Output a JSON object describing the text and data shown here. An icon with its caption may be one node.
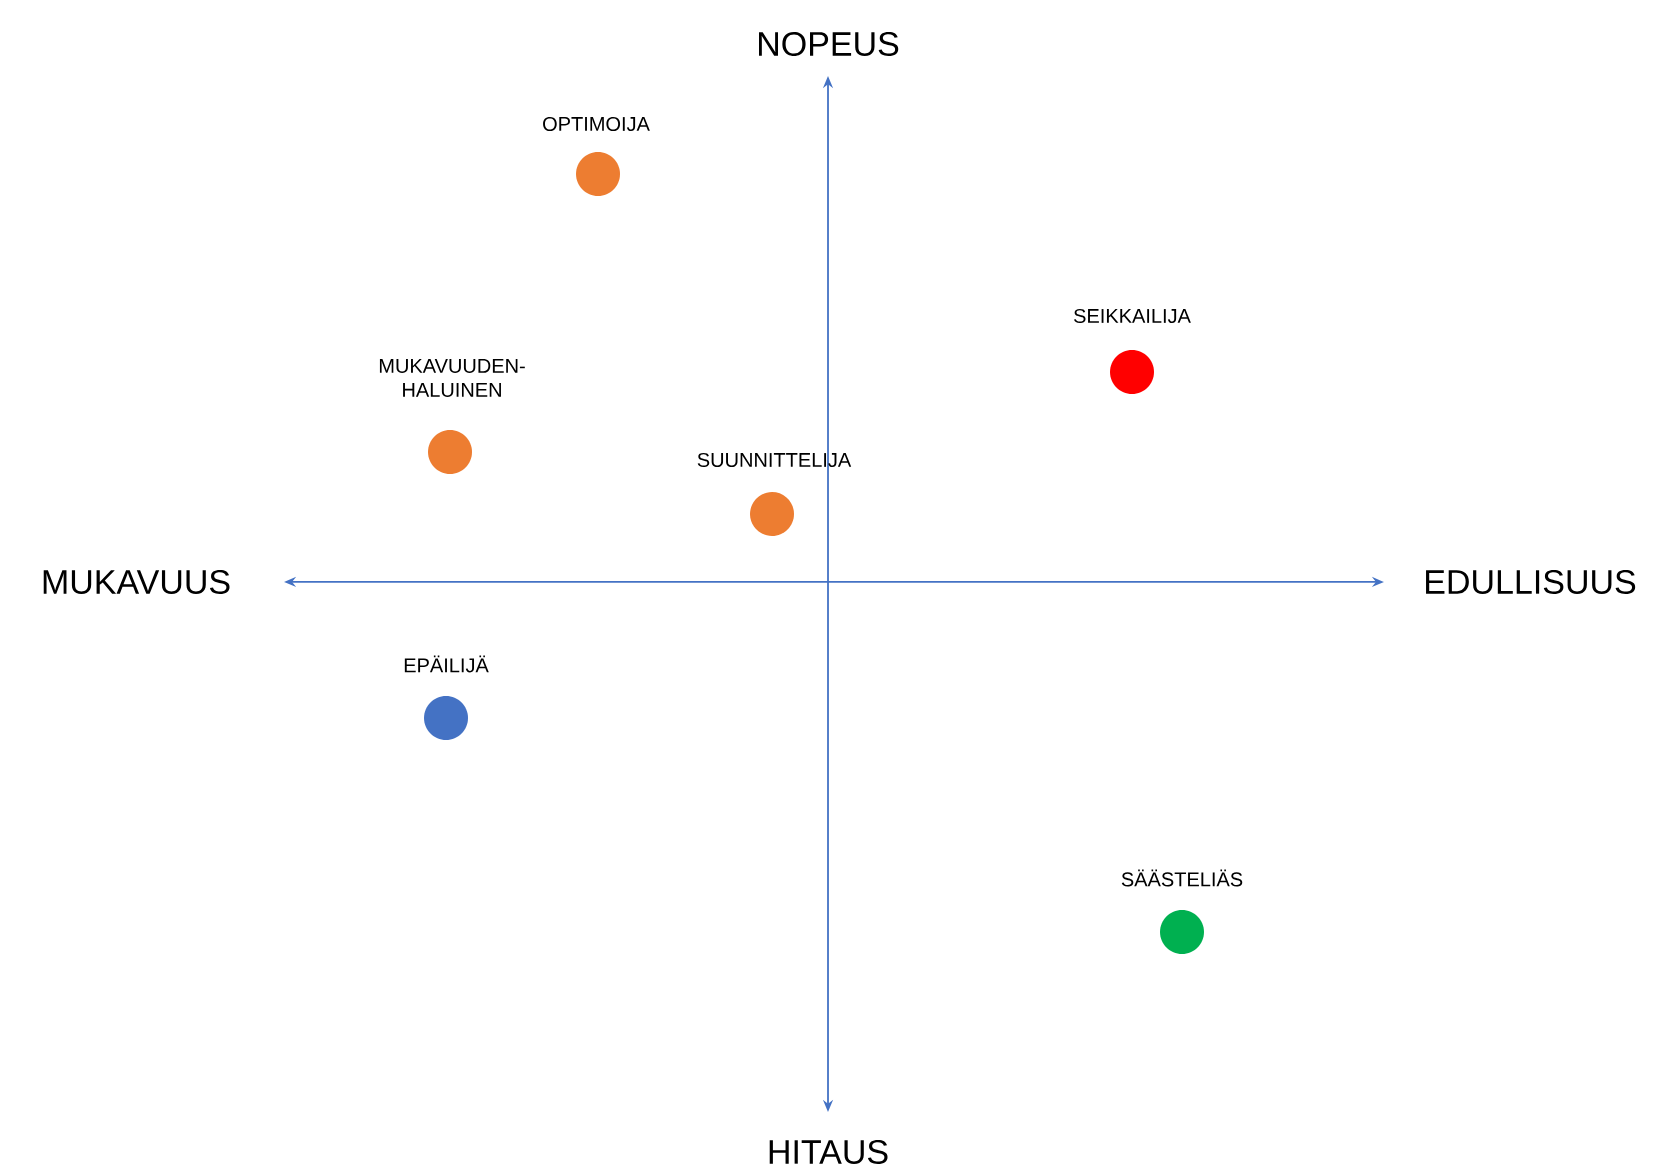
{
  "diagram": {
    "nodes": [
      {
        "text": [
          "OPTIMOIJA"
        ]
      },
      {
        "text": [
          "SEIKKAILIJA"
        ]
      },
      {
        "text": [
          "MUKAVUUDEN-HALUINEN"
        ]
      },
      {
        "text": [
          "SUUNNITTELIJA"
        ]
      },
      {
        "text": [
          "EPÄILIJÄ"
        ]
      },
      {
        "text": [
          "SÄÄSTELIÄS"
        ]
      }
    ],
    "labels": [
      "NOPEUS",
      "MUKAVUUS",
      "EDULLISUUS",
      "HITAUS"
    ]
  }
}
